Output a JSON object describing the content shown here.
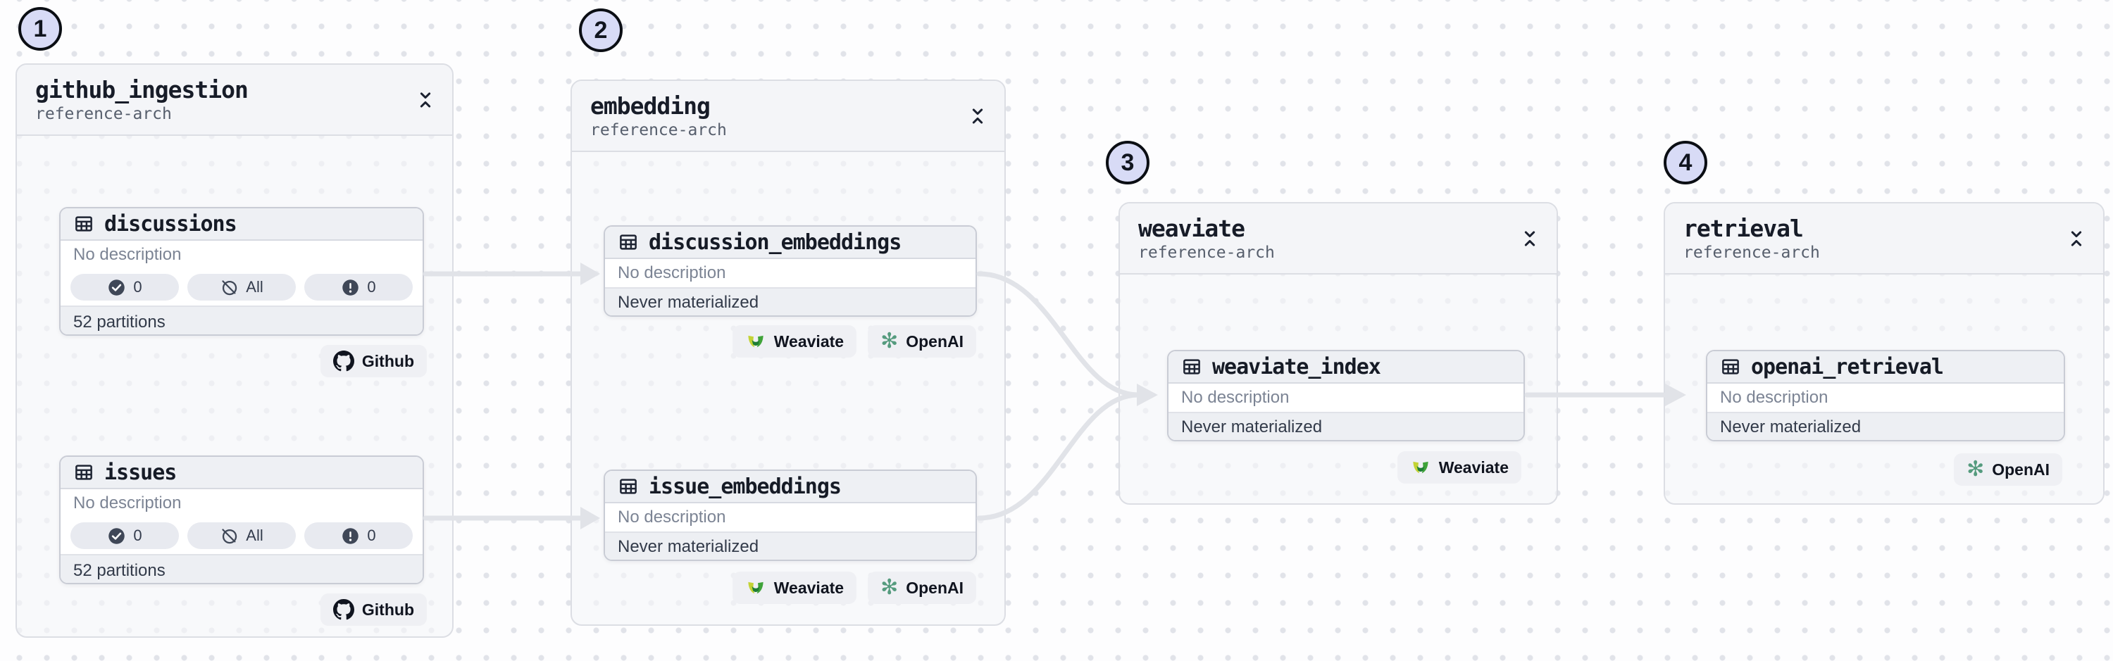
{
  "view": {
    "name": "asset-lineage-graph",
    "repository_label": "reference-arch"
  },
  "colors": {
    "step_badge_fill": "#d8dbf6",
    "step_badge_border": "#0b0e14",
    "edge": "#e1e3e8",
    "group_background": "#f4f5f8",
    "node_header_background": "#eef0f4",
    "weaviate_green": "#3fa339",
    "weaviate_yellow": "#c3d335",
    "openai_green": "#559b7e",
    "github_black": "#10141f"
  },
  "groups": [
    {
      "step": "1",
      "title": "github_ingestion",
      "subtitle": "reference-arch",
      "assets": [
        {
          "name": "discussions",
          "description": "No description",
          "stats": {
            "materialized": "0",
            "missing": "All",
            "failed": "0"
          },
          "footer": "52 partitions",
          "tags": [
            {
              "label": "Github",
              "icon": "github-icon"
            }
          ]
        },
        {
          "name": "issues",
          "description": "No description",
          "stats": {
            "materialized": "0",
            "missing": "All",
            "failed": "0"
          },
          "footer": "52 partitions",
          "tags": [
            {
              "label": "Github",
              "icon": "github-icon"
            }
          ]
        }
      ]
    },
    {
      "step": "2",
      "title": "embedding",
      "subtitle": "reference-arch",
      "assets": [
        {
          "name": "discussion_embeddings",
          "description": "No description",
          "footer": "Never materialized",
          "tags": [
            {
              "label": "Weaviate",
              "icon": "weaviate-icon"
            },
            {
              "label": "OpenAI",
              "icon": "openai-icon"
            }
          ]
        },
        {
          "name": "issue_embeddings",
          "description": "No description",
          "footer": "Never materialized",
          "tags": [
            {
              "label": "Weaviate",
              "icon": "weaviate-icon"
            },
            {
              "label": "OpenAI",
              "icon": "openai-icon"
            }
          ]
        }
      ]
    },
    {
      "step": "3",
      "title": "weaviate",
      "subtitle": "reference-arch",
      "assets": [
        {
          "name": "weaviate_index",
          "description": "No description",
          "footer": "Never materialized",
          "tags": [
            {
              "label": "Weaviate",
              "icon": "weaviate-icon"
            }
          ]
        }
      ]
    },
    {
      "step": "4",
      "title": "retrieval",
      "subtitle": "reference-arch",
      "assets": [
        {
          "name": "openai_retrieval",
          "description": "No description",
          "footer": "Never materialized",
          "tags": [
            {
              "label": "OpenAI",
              "icon": "openai-icon"
            }
          ]
        }
      ]
    }
  ],
  "edges": [
    {
      "from": "discussions",
      "to": "discussion_embeddings"
    },
    {
      "from": "issues",
      "to": "issue_embeddings"
    },
    {
      "from": "discussion_embeddings",
      "to": "weaviate_index"
    },
    {
      "from": "issue_embeddings",
      "to": "weaviate_index"
    },
    {
      "from": "weaviate_index",
      "to": "openai_retrieval"
    }
  ]
}
